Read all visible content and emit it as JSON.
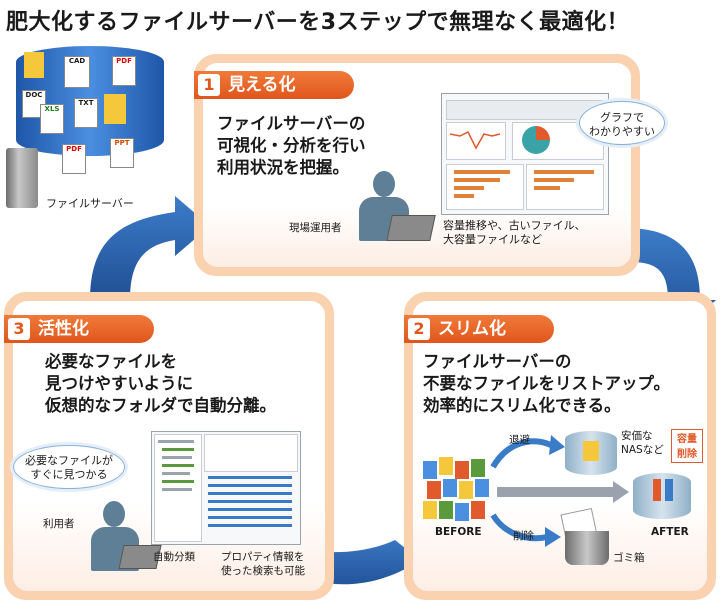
{
  "title": "肥大化するファイルサーバーを3ステップで無理なく最適化！",
  "server": {
    "label": "ファイルサーバー",
    "doc_tags": [
      "CAD",
      "PDF",
      "DOC",
      "XLS",
      "TXT",
      "PDF",
      "PPT"
    ]
  },
  "step1": {
    "num": "1",
    "label": "見える化",
    "desc": [
      "ファイルサーバーの",
      "可視化・分析を行い",
      "利用状況を把握。"
    ],
    "person_label": "現場運用者",
    "bubble": [
      "グラフで",
      "わかりやすい"
    ],
    "caption": [
      "容量推移や、古いファイル、",
      "大容量ファイルなど"
    ]
  },
  "step2": {
    "num": "2",
    "label": "スリム化",
    "desc": [
      "ファイルサーバーの",
      "不要なファイルをリストアップ。",
      "効率的にスリム化できる。"
    ],
    "evacuate": "退避",
    "nas": [
      "安価な",
      "NASなど"
    ],
    "badge": [
      "容量",
      "削除"
    ],
    "delete": "削除",
    "trash": "ゴミ箱",
    "before": "BEFORE",
    "after": "AFTER"
  },
  "step3": {
    "num": "3",
    "label": "活性化",
    "desc": [
      "必要なファイルを",
      "見つけやすいように",
      "仮想的なフォルダで自動分離。"
    ],
    "bubble": [
      "必要なファイルが",
      "すぐに見つかる"
    ],
    "user_label": "利用者",
    "auto": "自動分類",
    "search": [
      "プロパティ情報を",
      "使った検索も可能"
    ]
  },
  "colors": {
    "accent": "#e0561c",
    "panel_border": "#fbd2b0",
    "cycle_arrow": "#2a5ea8",
    "person": "#5f7f97"
  }
}
